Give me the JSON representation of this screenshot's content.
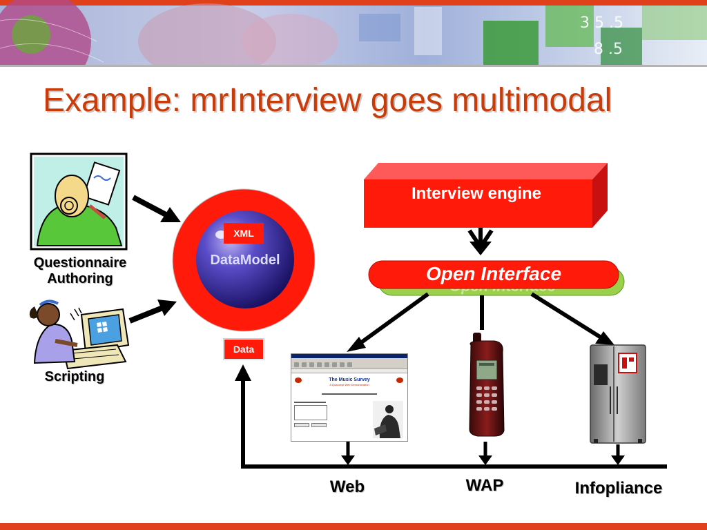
{
  "slide": {
    "title": "Example: mrInterview goes multimodal"
  },
  "authoring": {
    "questionnaire_label": "Questionnaire\nAuthoring",
    "scripting_label": "Scripting"
  },
  "datamodel": {
    "xml_tag": "XML",
    "label": "DataModel",
    "data_tag": "Data"
  },
  "engine": {
    "label": "Interview engine",
    "open_interface": "Open Interface"
  },
  "channels": {
    "web": "Web",
    "wap": "WAP",
    "infopliance": "Infopliance"
  },
  "browser_screenshot": {
    "survey_title": "The Music Survey",
    "survey_subtitle": "A Quancept Web Demonstration"
  },
  "colors": {
    "title": "#c83c0a",
    "accent_red": "#ff1a0a",
    "sphere": "#2a1e8c",
    "arrows": "#000000",
    "bottom_rule": "#e0411a"
  }
}
